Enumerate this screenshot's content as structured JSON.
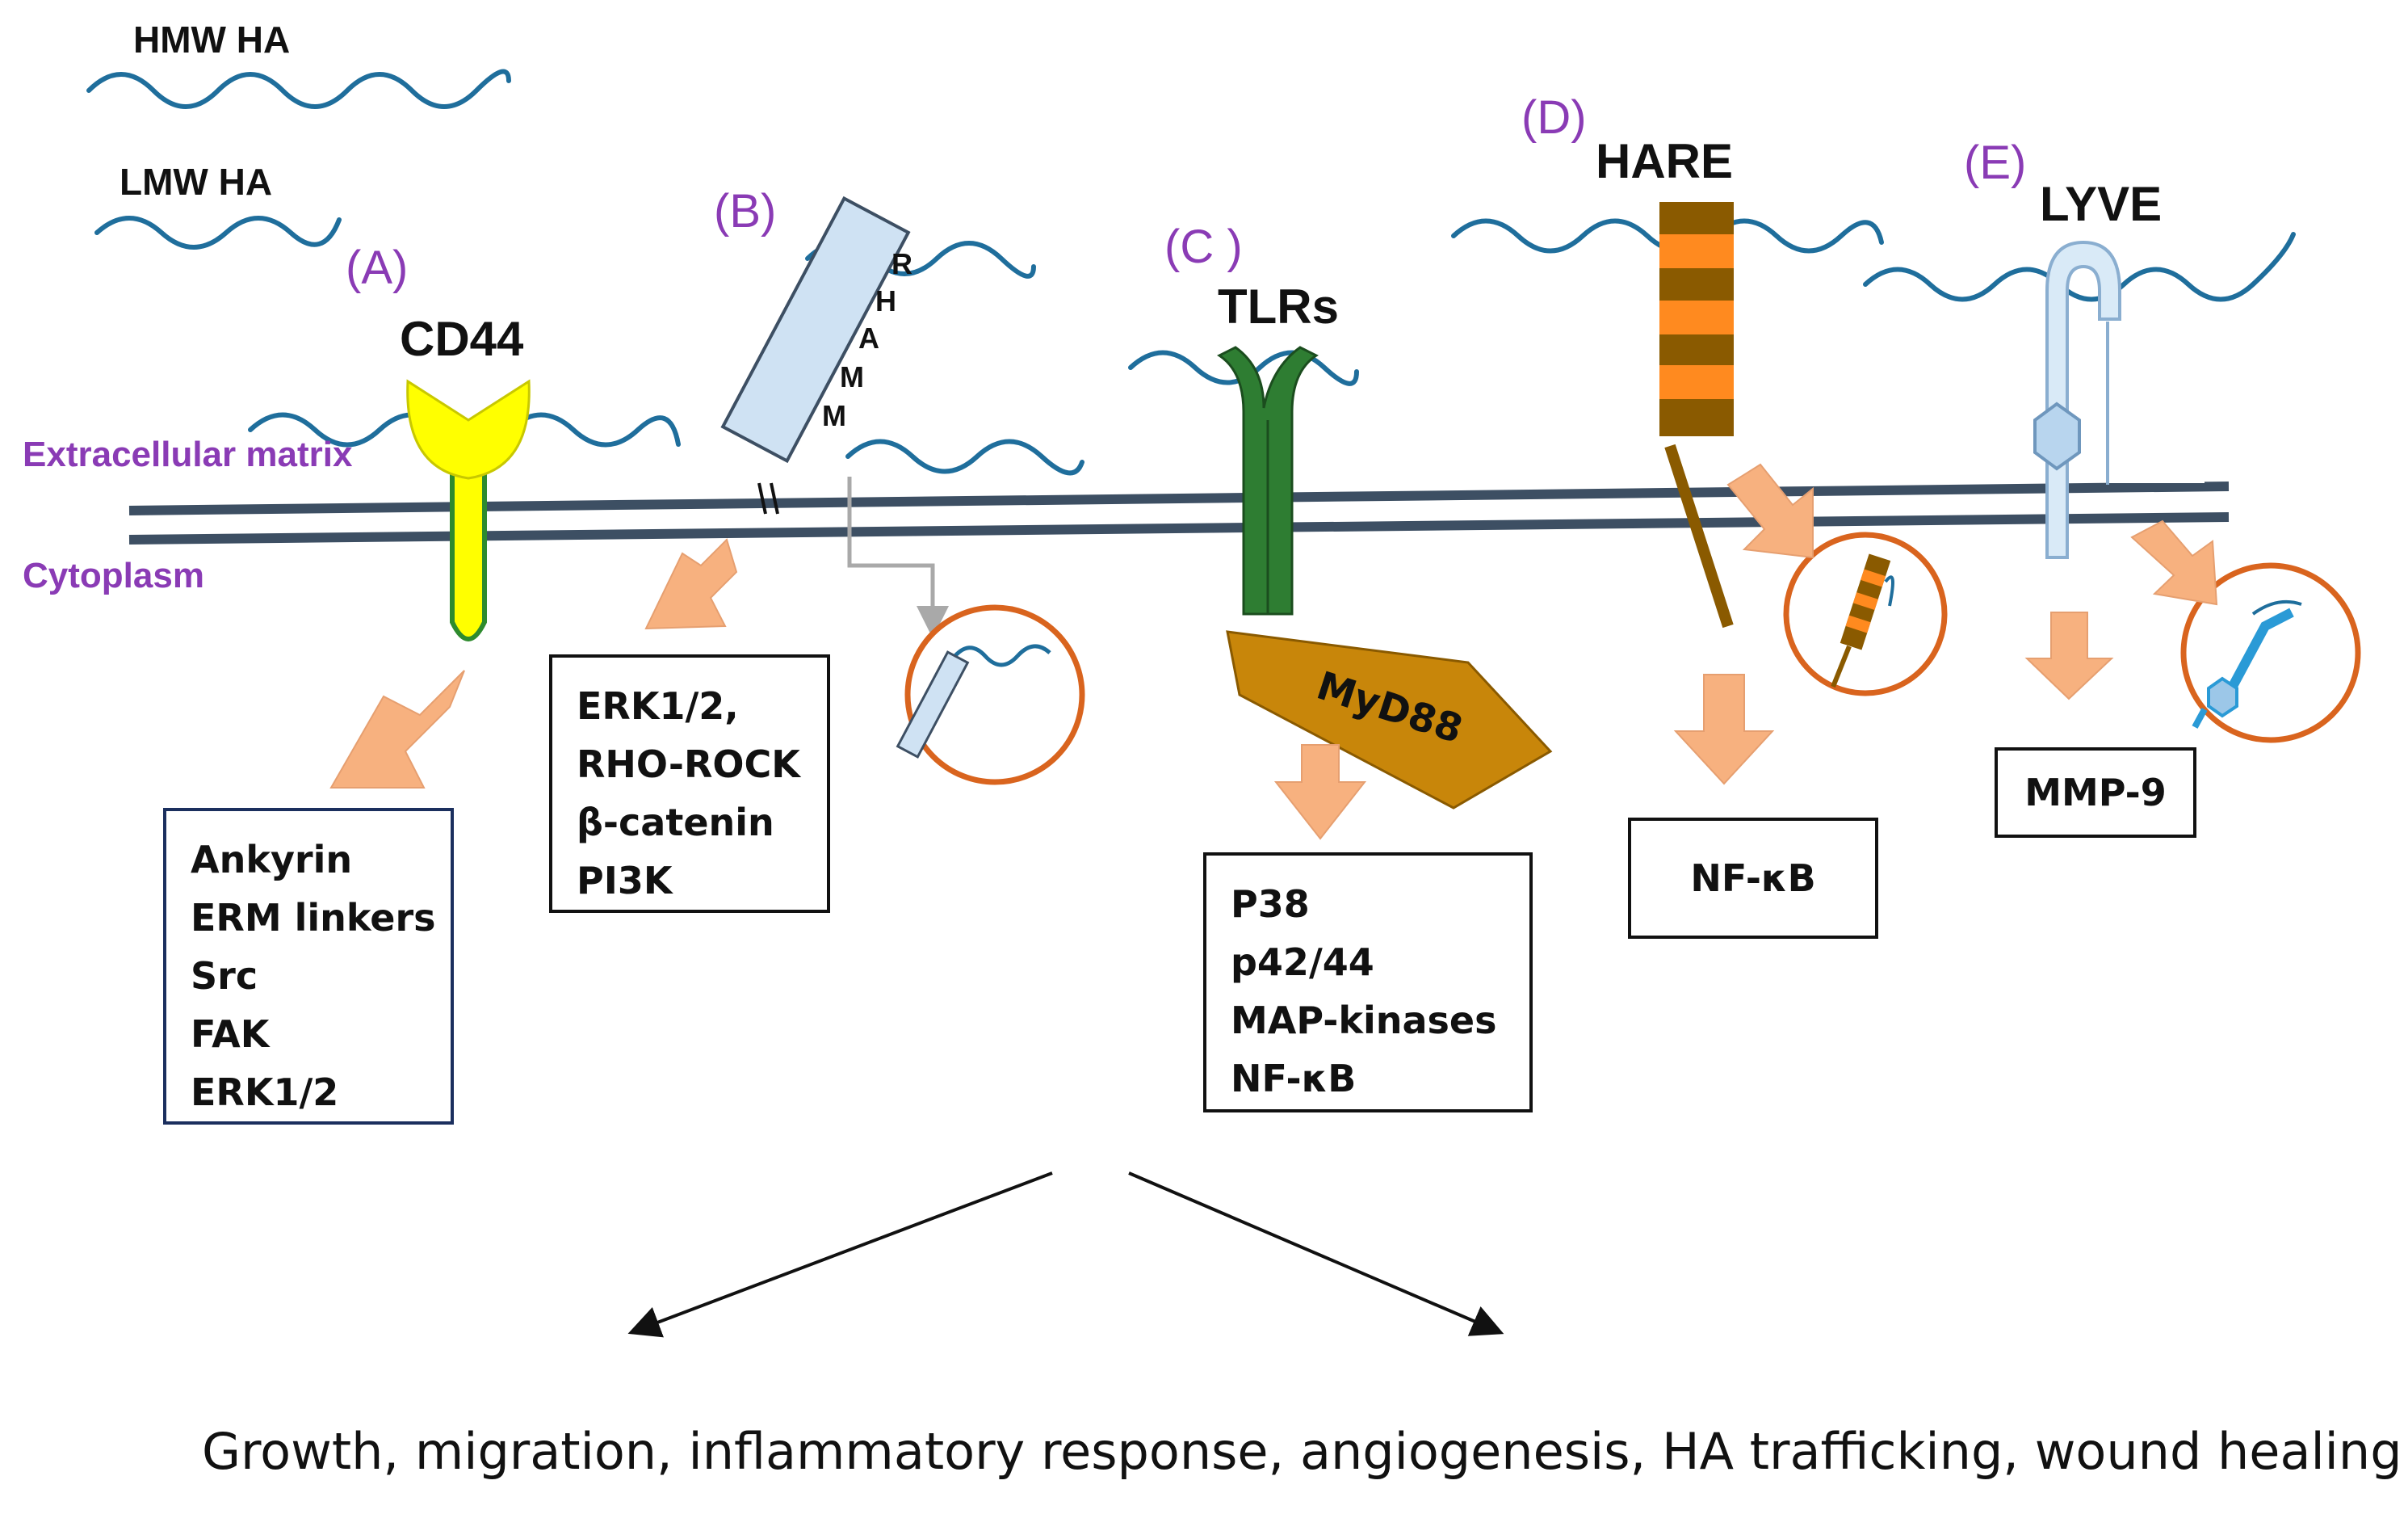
{
  "legend": {
    "hmw": "HMW HA",
    "lmw": "LMW HA"
  },
  "regions": {
    "extracellular": "Extracellular matrix",
    "cytoplasm": "Cytoplasm"
  },
  "receptors": {
    "a": {
      "letter": "(A)",
      "name": "CD44",
      "box_items": [
        "Ankyrin",
        "ERM linkers",
        "Src",
        "FAK",
        "ERK1/2"
      ]
    },
    "b": {
      "letter": "(B)",
      "name_letters": [
        "R",
        "H",
        "A",
        "M",
        "M"
      ],
      "box_items": [
        "ERK1/2,",
        "RHO-ROCK",
        "β-catenin",
        "PI3K"
      ]
    },
    "c": {
      "letter": "(C )",
      "name": "TLRs",
      "adapter": "MyD88",
      "box_items": [
        "P38",
        "p42/44",
        "MAP-kinases",
        "NF-κB"
      ]
    },
    "d": {
      "letter": "(D)",
      "name": "HARE",
      "box_items": [
        "NF-κB"
      ]
    },
    "e": {
      "letter": "(E)",
      "name": "LYVE",
      "box_items": [
        "MMP-9"
      ]
    }
  },
  "outcome": "Growth, migration, inflammatory response, angiogenesis, HA trafficking, wound healing",
  "colors": {
    "ha_chain": "#1f6e9c",
    "membrane": "#3d4f63",
    "purple_label": "#8a3bb5",
    "cd44_fill": "#ffff00",
    "cd44_outline": "#2e8b2e",
    "rhamm_fill": "#cfe2f3",
    "tlr_green": "#2e7d32",
    "myd88_fill": "#c8860a",
    "hare_brown": "#8a5a00",
    "hare_orange": "#ff8a1f",
    "lyve_fill": "#d9eaf7",
    "arrow_fill": "#f7b17f",
    "endosome_ring": "#d9641e",
    "box_border": "#111111",
    "box_border_navy": "#1b2f5e"
  }
}
